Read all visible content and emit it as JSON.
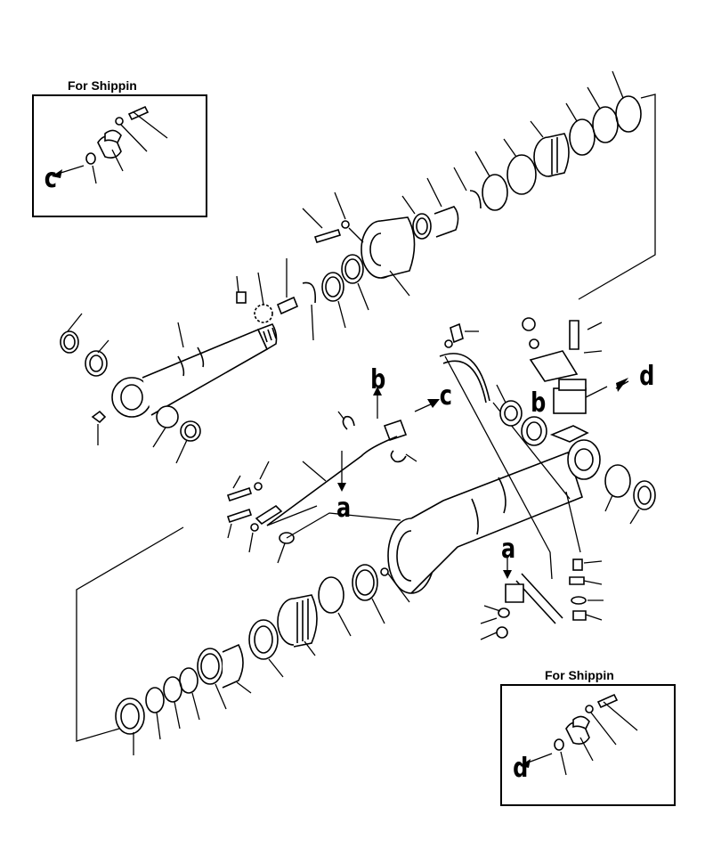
{
  "insets": [
    {
      "title": "For Shippin",
      "arrow_label": "c"
    },
    {
      "title": "For Shippin",
      "arrow_label": "d"
    }
  ],
  "labels": {
    "a_upper": "a",
    "a_lower": "a",
    "b_upper": "b",
    "b_lower": "b",
    "c": "c",
    "d": "d"
  }
}
